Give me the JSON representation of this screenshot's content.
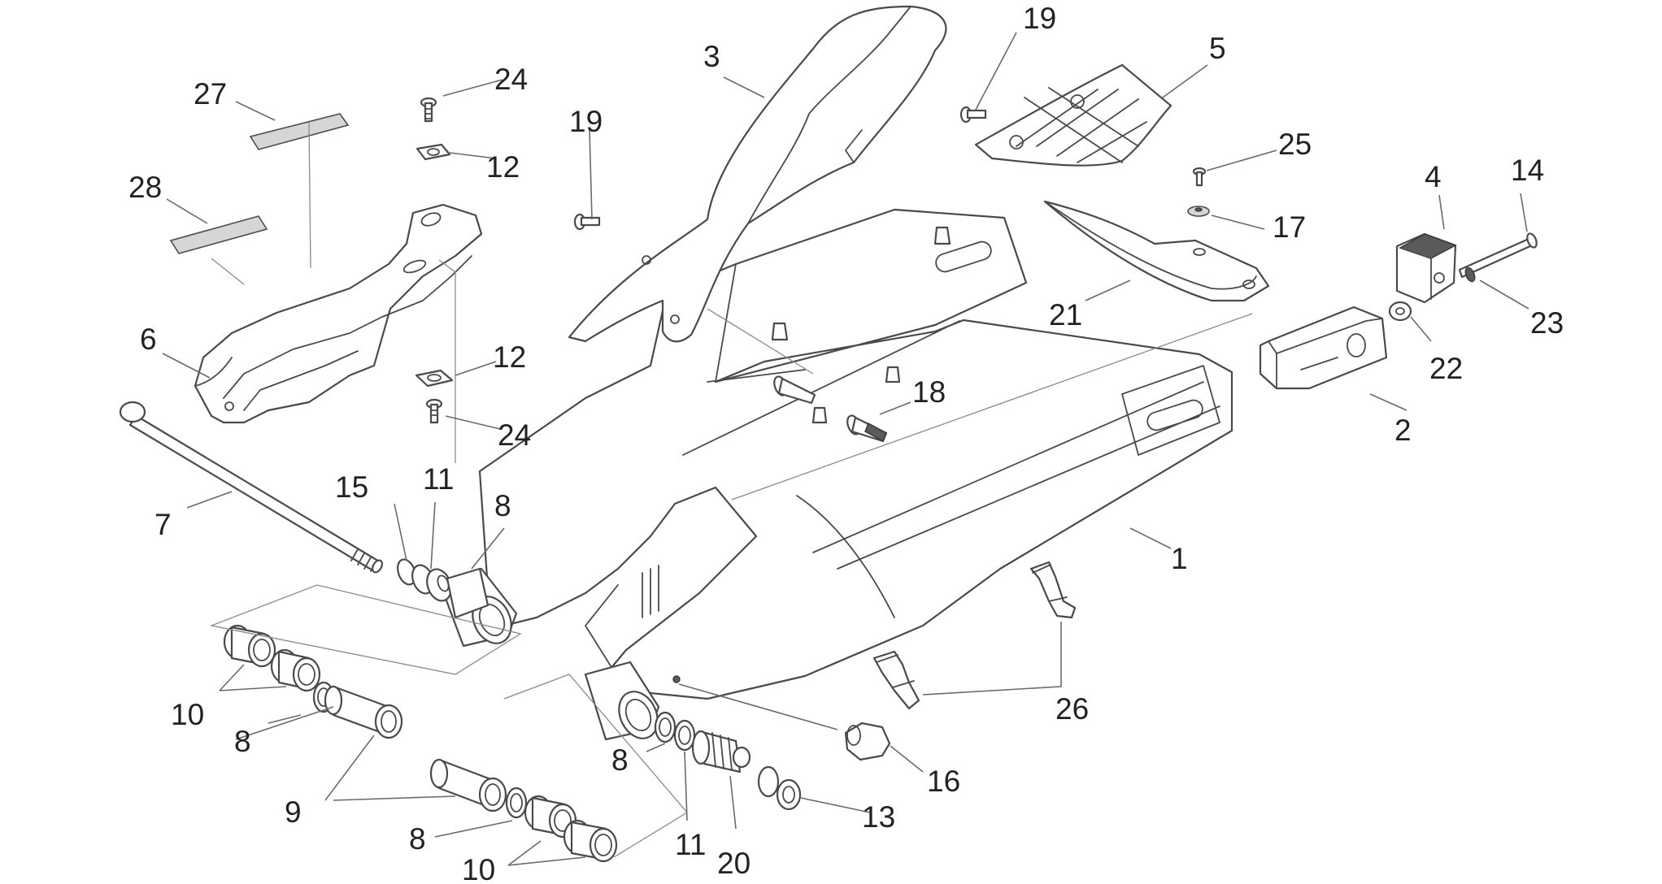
{
  "labels": {
    "l1": "1",
    "l2": "2",
    "l3": "3",
    "l4": "4",
    "l5": "5",
    "l6": "6",
    "l7": "7",
    "l8a": "8",
    "l8b": "8",
    "l8c": "8",
    "l8d": "8",
    "l9": "9",
    "l10a": "10",
    "l10b": "10",
    "l11a": "11",
    "l11b": "11",
    "l12a": "12",
    "l12b": "12",
    "l13": "13",
    "l14": "14",
    "l15": "15",
    "l16": "16",
    "l17": "17",
    "l18": "18",
    "l19a": "19",
    "l19b": "19",
    "l20": "20",
    "l21": "21",
    "l22": "22",
    "l23": "23",
    "l24a": "24",
    "l24b": "24",
    "l25": "25",
    "l26": "26",
    "l27": "27",
    "l28": "28"
  }
}
